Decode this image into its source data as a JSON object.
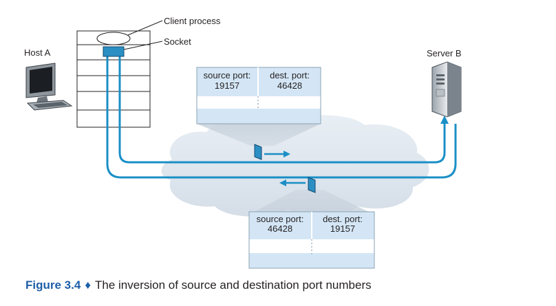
{
  "labels": {
    "client_process": "Client process",
    "socket": "Socket",
    "host_a": "Host A",
    "server_b": "Server B"
  },
  "segments": [
    {
      "source_port_label": "source port:",
      "source_port_value": "19157",
      "dest_port_label": "dest. port:",
      "dest_port_value": "46428"
    },
    {
      "source_port_label": "source port:",
      "source_port_value": "46428",
      "dest_port_label": "dest. port:",
      "dest_port_value": "19157"
    }
  ],
  "caption": {
    "figure": "Figure 3.4",
    "separator": "♦",
    "text": "The inversion of source and destination port numbers"
  },
  "colors": {
    "pipe": "#1a8fc6",
    "cloud": "#dfe6ee",
    "segment_header": "#d4e6f5",
    "figure_label": "#1d5ea8"
  },
  "icons": [
    "desktop-computer-icon",
    "server-tower-icon",
    "packet-icon",
    "arrow-right-icon",
    "arrow-left-icon"
  ]
}
